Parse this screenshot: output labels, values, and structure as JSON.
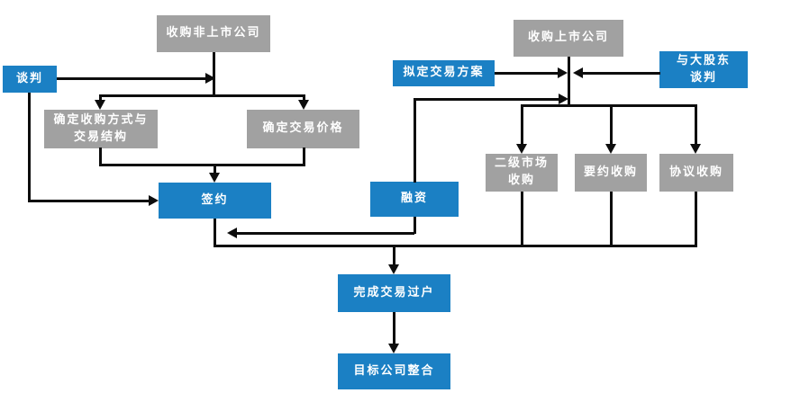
{
  "diagram": {
    "type": "flowchart",
    "colors": {
      "blue": "#1b80c4",
      "gray": "#a1a1a1",
      "line": "#0d0d0d",
      "text": "#ffffff",
      "background": "#ffffff"
    },
    "nodes": {
      "acquire_private": {
        "label": "收购非上市公司",
        "style": "gray"
      },
      "negotiate": {
        "label": "谈判",
        "style": "blue"
      },
      "determine_method": {
        "line1": "确定收购方式与",
        "line2": "交易结构",
        "style": "gray"
      },
      "determine_price": {
        "label": "确定交易价格",
        "style": "gray"
      },
      "sign": {
        "label": "签约",
        "style": "blue"
      },
      "financing": {
        "label": "融资",
        "style": "blue"
      },
      "acquire_listed": {
        "label": "收购上市公司",
        "style": "gray"
      },
      "draft_plan": {
        "label": "拟定交易方案",
        "style": "blue"
      },
      "negotiate_shareholders": {
        "line1": "与大股东",
        "line2": "谈判",
        "style": "blue"
      },
      "secondary_market": {
        "line1": "二级市场",
        "line2": "收购",
        "style": "gray"
      },
      "tender_offer": {
        "label": "要约收购",
        "style": "gray"
      },
      "agreement_acquisition": {
        "label": "协议收购",
        "style": "gray"
      },
      "complete_transfer": {
        "label": "完成交易过户",
        "style": "blue"
      },
      "target_integration": {
        "label": "目标公司整合",
        "style": "blue"
      }
    },
    "edges": [
      {
        "from": "acquire_private",
        "to": "determine_method"
      },
      {
        "from": "acquire_private",
        "to": "determine_price"
      },
      {
        "from": "negotiate",
        "to": "acquire_private_main_line"
      },
      {
        "from": "negotiate",
        "to": "sign"
      },
      {
        "from": "determine_method",
        "to": "sign"
      },
      {
        "from": "determine_price",
        "to": "sign"
      },
      {
        "from": "financing",
        "to": "sign"
      },
      {
        "from": "financing",
        "to": "acquire_listed_main_line"
      },
      {
        "from": "draft_plan",
        "to": "acquire_listed_main_line"
      },
      {
        "from": "negotiate_shareholders",
        "to": "acquire_listed_main_line"
      },
      {
        "from": "acquire_listed",
        "to": "secondary_market"
      },
      {
        "from": "acquire_listed",
        "to": "tender_offer"
      },
      {
        "from": "acquire_listed",
        "to": "agreement_acquisition"
      },
      {
        "from": "sign",
        "to": "complete_transfer"
      },
      {
        "from": "secondary_market",
        "to": "complete_transfer"
      },
      {
        "from": "tender_offer",
        "to": "complete_transfer"
      },
      {
        "from": "agreement_acquisition",
        "to": "complete_transfer"
      },
      {
        "from": "complete_transfer",
        "to": "target_integration"
      }
    ]
  }
}
